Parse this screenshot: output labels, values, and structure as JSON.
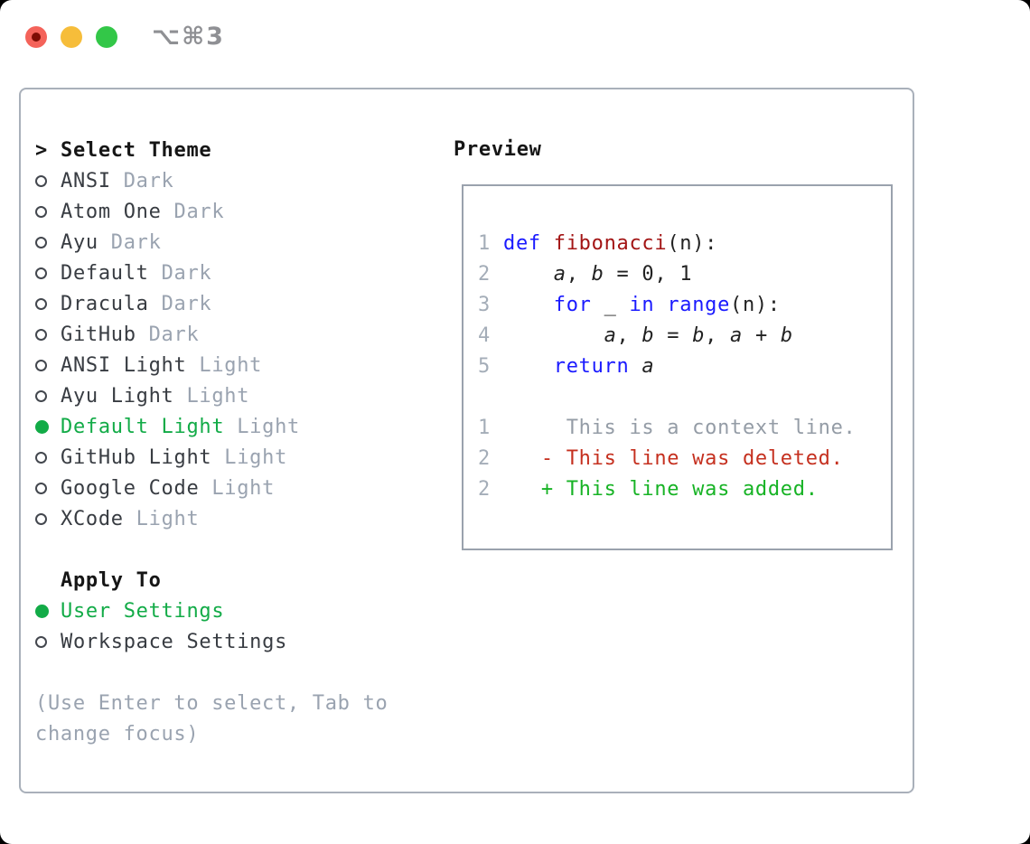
{
  "window": {
    "title": "⌥⌘3",
    "traffic_lights": [
      {
        "name": "close-button",
        "color": "#f4635a"
      },
      {
        "name": "minimize-button",
        "color": "#f6bd3a"
      },
      {
        "name": "zoom-button",
        "color": "#33c748"
      }
    ]
  },
  "colors": {
    "accent": "#12ab47",
    "ink": "#161616",
    "item": "#383c42",
    "muted": "#9aa3b0",
    "ring": "#43474e",
    "panel_border": "#a9b0ba",
    "box_border": "#9aa2ad",
    "title_gray": "#8f9094",
    "keyword_blue": "#1a1aff",
    "function_red": "#a31515",
    "code_black": "#222222",
    "line_number": "#a4adb8",
    "diff_context": "#949ca6",
    "diff_deleted": "#c5301f",
    "diff_added": "#17b325",
    "tl_red": "#f4635a",
    "tl_red_dot": "#7e0d04",
    "tl_yellow": "#f6bd3a",
    "tl_green": "#33c748"
  },
  "theme_picker": {
    "header": "Select Theme",
    "items": [
      {
        "name": "ANSI",
        "tag": "Dark",
        "selected": false
      },
      {
        "name": "Atom One",
        "tag": "Dark",
        "selected": false
      },
      {
        "name": "Ayu",
        "tag": "Dark",
        "selected": false
      },
      {
        "name": "Default",
        "tag": "Dark",
        "selected": false
      },
      {
        "name": "Dracula",
        "tag": "Dark",
        "selected": false
      },
      {
        "name": "GitHub",
        "tag": "Dark",
        "selected": false
      },
      {
        "name": "ANSI Light",
        "tag": "Light",
        "selected": false
      },
      {
        "name": "Ayu Light",
        "tag": "Light",
        "selected": false
      },
      {
        "name": "Default Light",
        "tag": "Light",
        "selected": true
      },
      {
        "name": "GitHub Light",
        "tag": "Light",
        "selected": false
      },
      {
        "name": "Google Code",
        "tag": "Light",
        "selected": false
      },
      {
        "name": "XCode",
        "tag": "Light",
        "selected": false
      }
    ]
  },
  "apply_to": {
    "header": "Apply To",
    "options": [
      {
        "name": "User Settings",
        "selected": true
      },
      {
        "name": "Workspace Settings",
        "selected": false
      }
    ]
  },
  "help_text": {
    "line1": "(Use Enter to select, Tab to",
    "line2": "change focus)"
  },
  "preview": {
    "header": "Preview",
    "lines": [
      {
        "num": "1",
        "tokens": [
          [
            "kw",
            "def"
          ],
          [
            "pl",
            " "
          ],
          [
            "fn",
            "fibonacci"
          ],
          [
            "pl",
            "(n):"
          ]
        ]
      },
      {
        "num": "2",
        "tokens": [
          [
            "pl",
            "    "
          ],
          [
            "var",
            "a"
          ],
          [
            "pl",
            ", "
          ],
          [
            "var",
            "b"
          ],
          [
            "pl",
            " = 0, 1"
          ]
        ]
      },
      {
        "num": "3",
        "tokens": [
          [
            "pl",
            "    "
          ],
          [
            "kw",
            "for"
          ],
          [
            "pl",
            " _ "
          ],
          [
            "kw",
            "in"
          ],
          [
            "pl",
            " "
          ],
          [
            "kw",
            "range"
          ],
          [
            "pl",
            "(n):"
          ]
        ]
      },
      {
        "num": "4",
        "tokens": [
          [
            "pl",
            "        "
          ],
          [
            "var",
            "a"
          ],
          [
            "pl",
            ", "
          ],
          [
            "var",
            "b"
          ],
          [
            "pl",
            " = "
          ],
          [
            "var",
            "b"
          ],
          [
            "pl",
            ", "
          ],
          [
            "var",
            "a"
          ],
          [
            "pl",
            " + "
          ],
          [
            "var",
            "b"
          ]
        ]
      },
      {
        "num": "5",
        "tokens": [
          [
            "pl",
            "    "
          ],
          [
            "kw",
            "return"
          ],
          [
            "pl",
            " "
          ],
          [
            "var",
            "a"
          ]
        ]
      },
      {
        "num": "",
        "tokens": []
      },
      {
        "num": "1",
        "tokens": [
          [
            "ctx",
            "     This is a context line."
          ]
        ]
      },
      {
        "num": "2",
        "tokens": [
          [
            "pl",
            "   "
          ],
          [
            "del",
            "- This line was deleted."
          ]
        ]
      },
      {
        "num": "2",
        "tokens": [
          [
            "pl",
            "   "
          ],
          [
            "add",
            "+ This line was added."
          ]
        ]
      }
    ]
  }
}
